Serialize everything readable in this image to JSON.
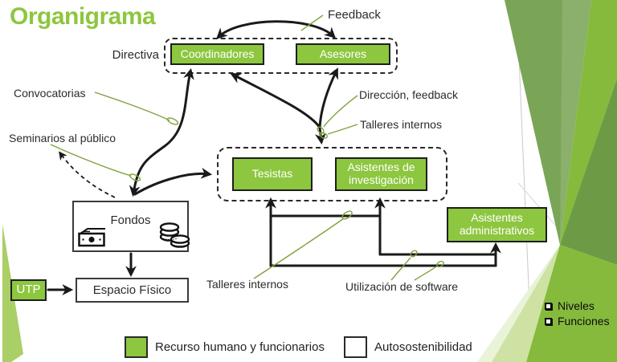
{
  "title": "Organigrama",
  "colors": {
    "accent_green": "#8dc63f",
    "annotation_green": "#7fa33c",
    "line_black": "#1a1a1a",
    "decor_sage": "#7aa557",
    "decor_bright": "#86ba3c"
  },
  "groups": {
    "directiva": {
      "label": "Directiva"
    },
    "equipo": {
      "label": ""
    }
  },
  "boxes": {
    "coordinadores": "Coordinadores",
    "asesores": "Asesores",
    "tesistas": "Tesistas",
    "asistentes_investigacion": "Asistentes de investigación",
    "asistentes_administrativos": "Asistentes administrativos",
    "fondos": "Fondos",
    "espacio_fisico": "Espacio Físico",
    "utp": "UTP"
  },
  "annotations": {
    "feedback": "Feedback",
    "convocatorias": "Convocatorias",
    "seminarios_publico": "Seminarios al público",
    "direccion_feedback": "Dirección, feedback",
    "talleres_internos_superior": "Talleres internos",
    "talleres_internos_inferior": "Talleres internos",
    "utilizacion_software": "Utilización de software"
  },
  "legend": [
    {
      "swatch": "green",
      "label": "Recurso humano y funcionarios"
    },
    {
      "swatch": "white",
      "label": "Autosostenibilidad"
    }
  ],
  "side_list": {
    "items": [
      {
        "label": "Niveles"
      },
      {
        "label": "Funciones"
      }
    ]
  },
  "icons": {
    "banknote": "banknote-icon",
    "coins": "coins-icon"
  }
}
